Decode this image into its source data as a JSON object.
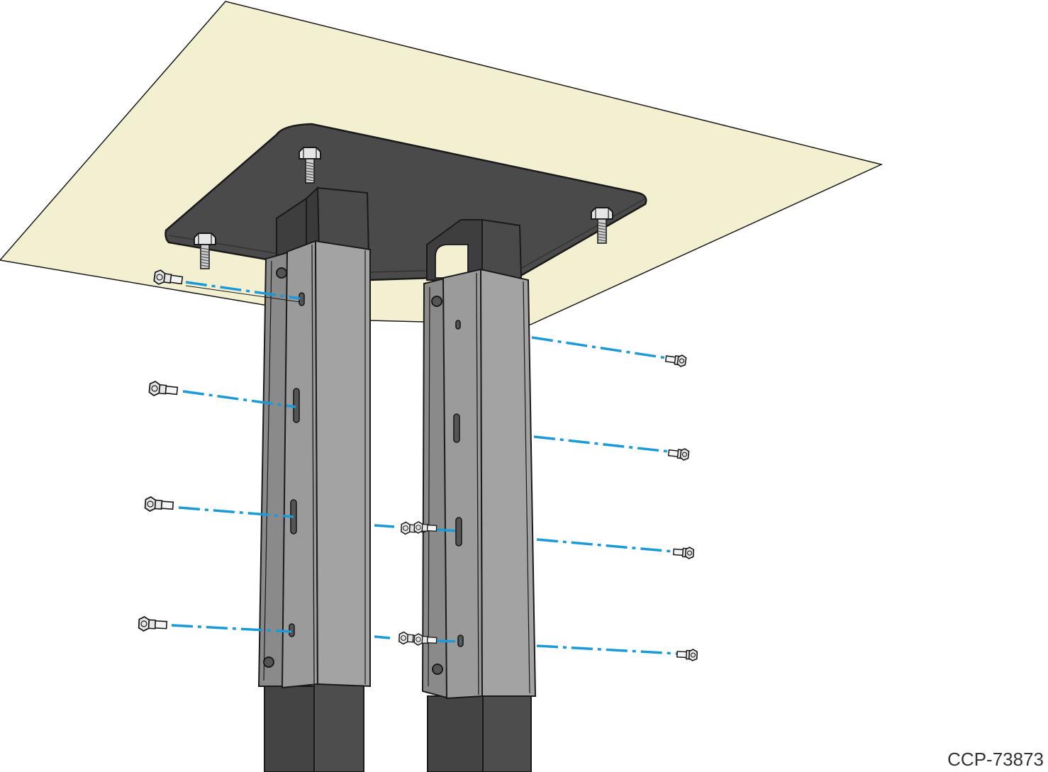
{
  "figure_id": "CCP-73873",
  "colors": {
    "ceiling": "#f3f0d2",
    "plate": "#4a4a4a",
    "inner_post": "#4a4a4a",
    "outer_sleeve": "#9b9b9b",
    "screw": "#e6e6e6",
    "assembly_line": "#1a9ad6",
    "outline": "#1a1a1a"
  },
  "icons": {
    "screw": "hex-head-screw",
    "bolt": "ceiling-bolt"
  }
}
